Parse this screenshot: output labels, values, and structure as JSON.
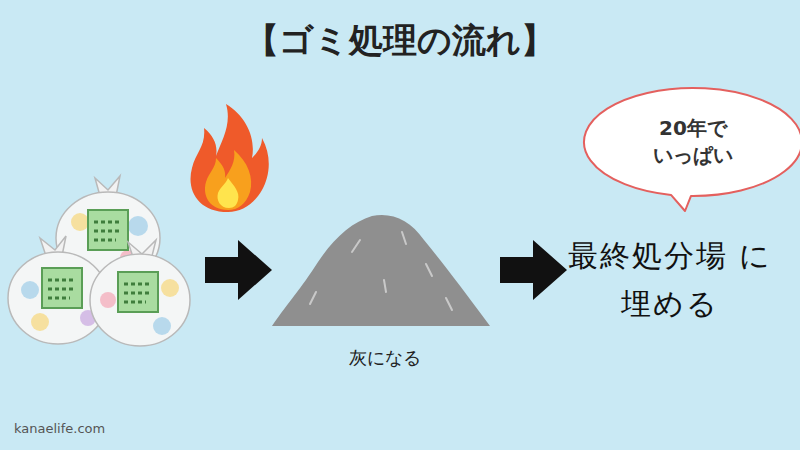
{
  "diagram": {
    "title": "【ゴミ処理の流れ】",
    "nodes": [
      {
        "text": [
          "20年で いっぱい"
        ]
      }
    ],
    "labels": [
      "灰になる",
      "最終処分場 に埋める",
      "!?",
      "kanaelife.com"
    ]
  }
}
